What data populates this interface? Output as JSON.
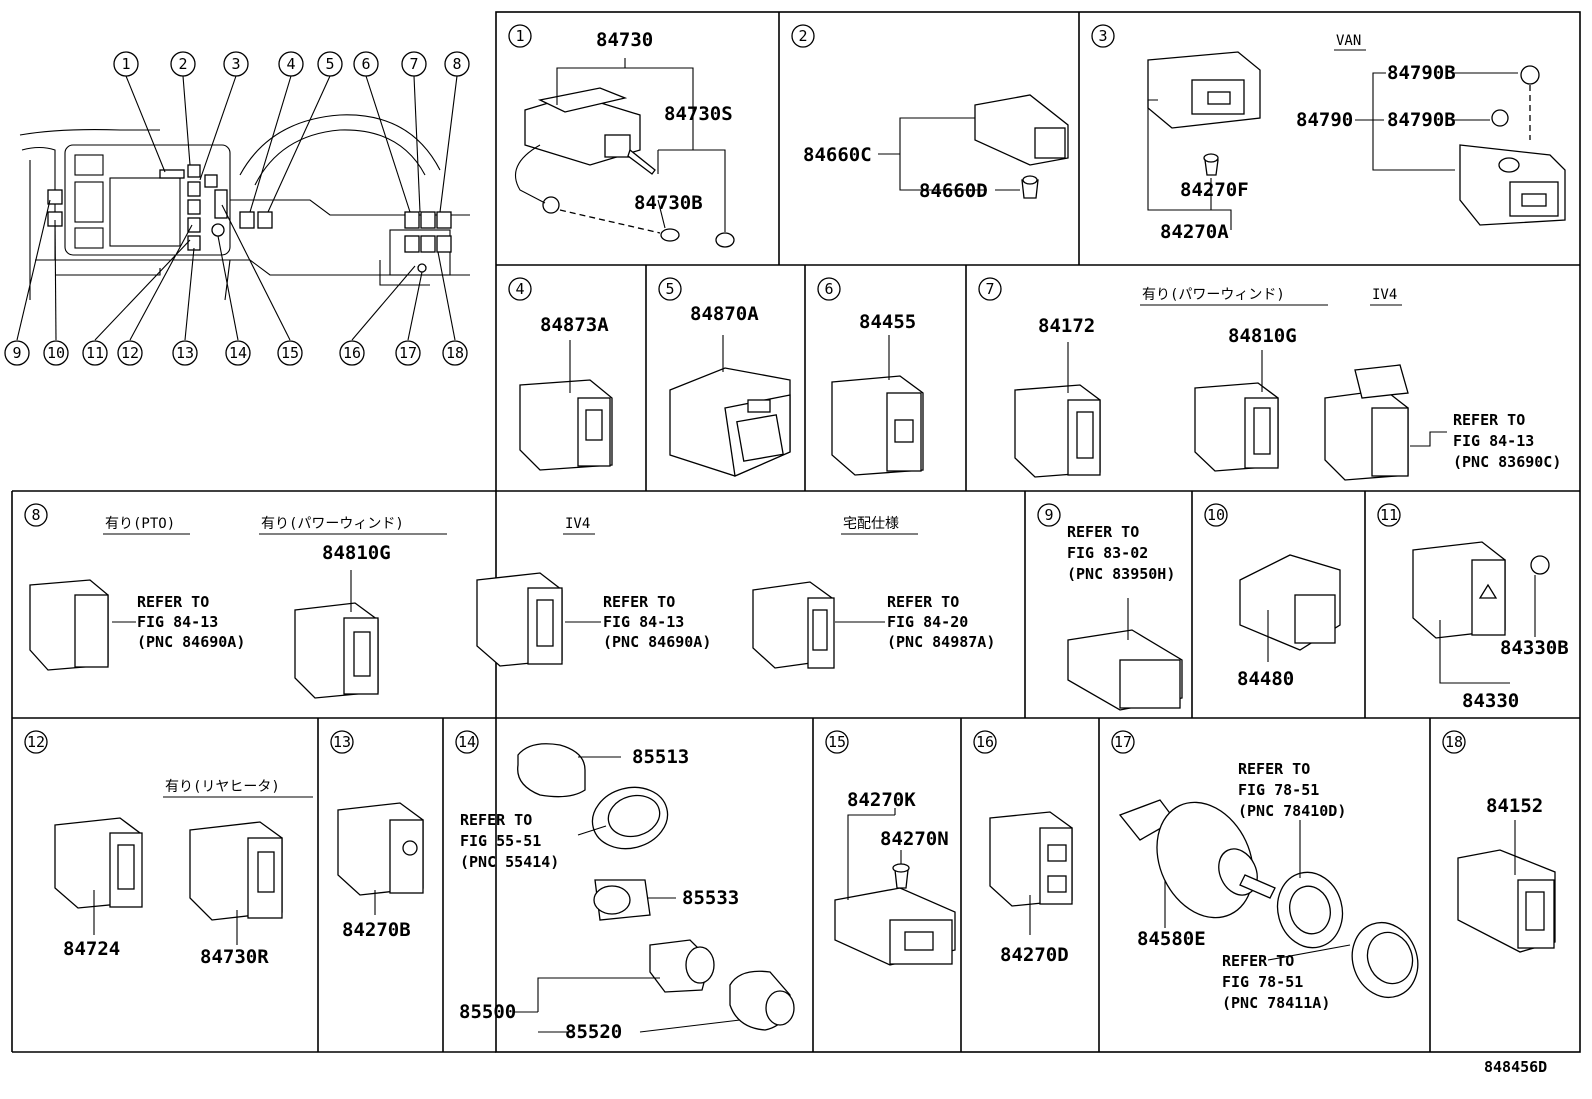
{
  "figure_code": "848456D",
  "overview": {
    "callouts": [
      "1",
      "2",
      "3",
      "4",
      "5",
      "6",
      "7",
      "8",
      "9",
      "10",
      "11",
      "12",
      "13",
      "14",
      "15",
      "16",
      "17",
      "18"
    ]
  },
  "panels": [
    {
      "num": "1",
      "labels": [
        "84730",
        "84730S",
        "84730B"
      ]
    },
    {
      "num": "2",
      "labels": [
        "84660C",
        "84660D"
      ]
    },
    {
      "num": "3",
      "note": "VAN",
      "labels": [
        "84270F",
        "84270A",
        "84790B",
        "84790B",
        "84790"
      ]
    },
    {
      "num": "4",
      "labels": [
        "84873A"
      ]
    },
    {
      "num": "5",
      "labels": [
        "84870A"
      ]
    },
    {
      "num": "6",
      "labels": [
        "84455"
      ]
    },
    {
      "num": "7",
      "notes": [
        "有り(パワーウィンド)",
        "IV4"
      ],
      "labels": [
        "84172",
        "84810G"
      ],
      "refer": [
        "REFER TO",
        "FIG  84-13",
        "(PNC  83690C)"
      ]
    },
    {
      "num": "8",
      "notes": [
        "有り(PTO)",
        "有り(パワーウィンド)",
        "IV4",
        "宅配仕様"
      ],
      "labels": [
        "84810G"
      ],
      "refers": [
        [
          "REFER TO",
          "FIG  84-13",
          "(PNC  84690A)"
        ],
        [
          "REFER TO",
          "FIG  84-13",
          "(PNC  84690A)"
        ],
        [
          "REFER TO",
          "FIG  84-20",
          "(PNC  84987A)"
        ]
      ]
    },
    {
      "num": "9",
      "refer": [
        "REFER TO",
        "FIG  83-02",
        "(PNC  83950H)"
      ]
    },
    {
      "num": "10",
      "labels": [
        "84480"
      ]
    },
    {
      "num": "11",
      "labels": [
        "84330B",
        "84330"
      ]
    },
    {
      "num": "12",
      "note": "有り(リヤヒータ)",
      "labels": [
        "84724",
        "84730R"
      ]
    },
    {
      "num": "13",
      "labels": [
        "84270B"
      ]
    },
    {
      "num": "14",
      "labels": [
        "85513",
        "85533",
        "85500",
        "85520"
      ],
      "refer": [
        "REFER TO",
        "FIG  55-51",
        "(PNC  55414)"
      ]
    },
    {
      "num": "15",
      "labels": [
        "84270K",
        "84270N"
      ]
    },
    {
      "num": "16",
      "labels": [
        "84270D"
      ]
    },
    {
      "num": "17",
      "labels": [
        "84580E"
      ],
      "refers": [
        [
          "REFER TO",
          "FIG  78-51",
          "(PNC  78410D)"
        ],
        [
          "REFER TO",
          "FIG  78-51",
          "(PNC  78411A)"
        ]
      ]
    },
    {
      "num": "18",
      "labels": [
        "84152"
      ]
    }
  ]
}
